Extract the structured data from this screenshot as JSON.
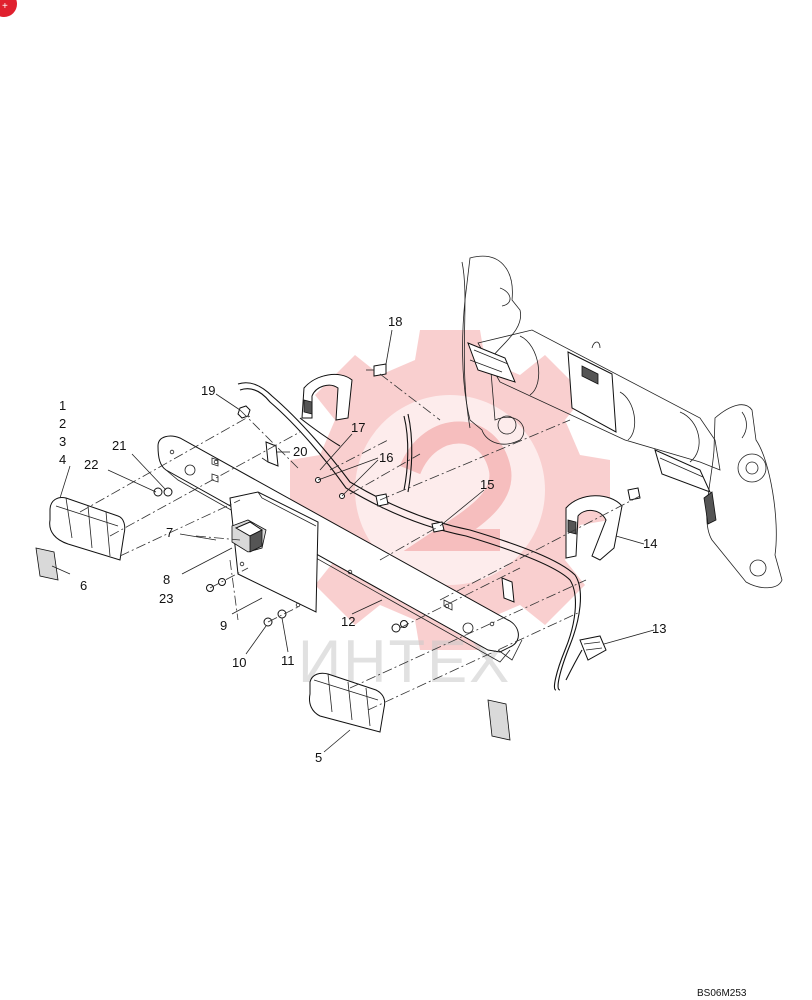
{
  "diagram": {
    "callouts": {
      "c1": "1",
      "c2": "2",
      "c3": "3",
      "c4": "4",
      "c5": "5",
      "c6": "6",
      "c7": "7",
      "c8": "8",
      "c9": "9",
      "c10": "10",
      "c11": "11",
      "c12": "12",
      "c13": "13",
      "c14": "14",
      "c15": "15",
      "c16": "16",
      "c17": "17",
      "c18": "18",
      "c19": "19",
      "c20": "20",
      "c21": "21",
      "c22": "22",
      "c23": "23"
    },
    "drawing_code": "BS06M253",
    "watermark_text": "ИНТЕХ"
  },
  "colors": {
    "watermark": "#f4a7a7",
    "corner_badge": "#e0202e",
    "line": "#111111"
  },
  "icons": {
    "corner_badge": "red-badge-icon"
  }
}
